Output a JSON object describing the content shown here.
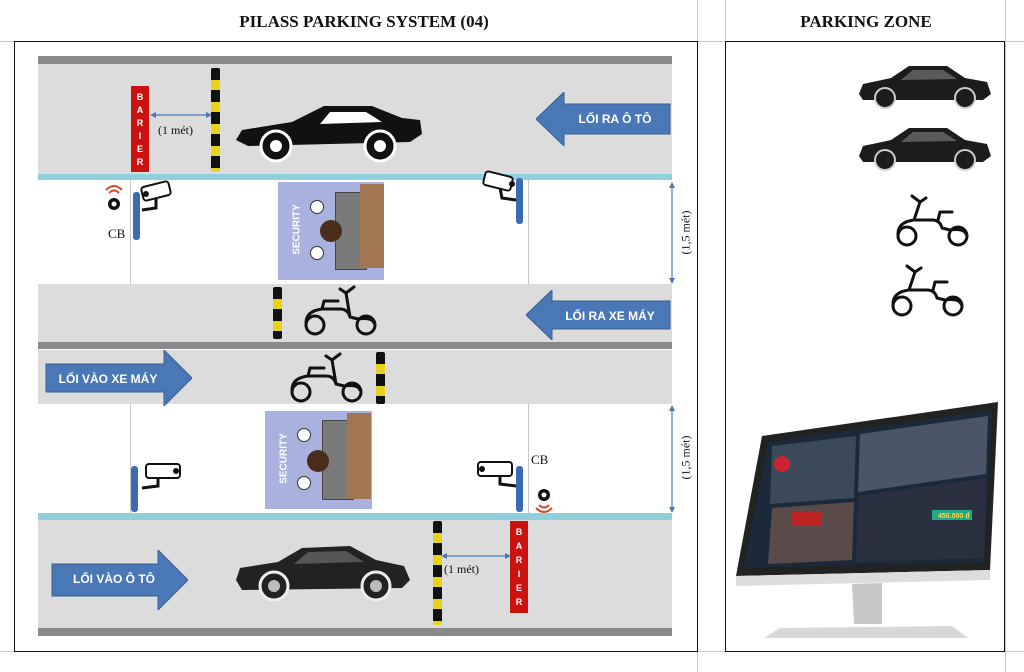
{
  "header": {
    "left_title": "PILASS PARKING SYSTEM (04)",
    "right_title": "PARKING ZONE"
  },
  "lanes": {
    "car_exit_label": "LỐI RA Ô TÔ",
    "moto_exit_label": "LỐI RA XE MÁY",
    "moto_entry_label": "LỐI VÀO XE MÁY",
    "car_entry_label": "LỐI VÀO Ô TÔ"
  },
  "barrier": {
    "letters": [
      "B",
      "A",
      "R",
      "I",
      "E",
      "R"
    ]
  },
  "measurements": {
    "barrier_gap_top": "(1 mét)",
    "barrier_gap_bottom": "(1 mét)",
    "booth_width_top": "(1,5 mét)",
    "booth_width_bottom": "(1,5 mét)"
  },
  "sensors": {
    "cb_top": "CB",
    "cb_bottom": "CB"
  },
  "booths": {
    "top_label": "SECURITY",
    "bottom_label": "SECURITY"
  },
  "monitor": {
    "price_text": "450.000 đ"
  },
  "colors": {
    "arrow_blue": "#4a78b6",
    "barrier_red": "#cc1111",
    "lane_gray": "#dcdcdc",
    "booth_purple": "#a9b1de",
    "cyan_edge": "#8fd0dc"
  }
}
